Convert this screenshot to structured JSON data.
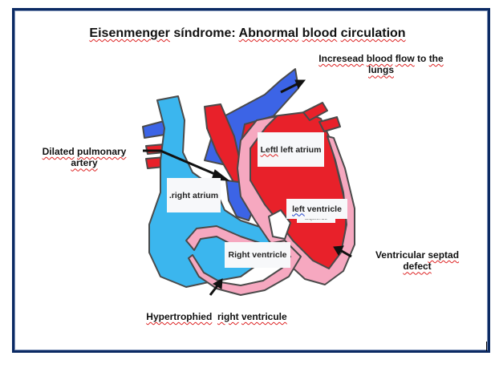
{
  "title": {
    "parts": [
      "Eisenmenger",
      " síndrome: ",
      "Abnormal",
      " ",
      "blood",
      " ",
      "circulation"
    ]
  },
  "annotations": {
    "lungs": {
      "line1": [
        "Incresead",
        " ",
        "blood",
        " ",
        "flow",
        " to ",
        "the"
      ],
      "line2": "lungs"
    },
    "pulmonary_artery": {
      "line1": [
        "Dilated",
        " ",
        "pulmonary"
      ],
      "line2": "artery"
    },
    "vsd": {
      "line1": [
        "Ventricular ",
        "septad"
      ],
      "line2": "defect"
    },
    "hypertrophied": [
      "Hypertrophied",
      "  ",
      "right",
      " ",
      "ventricule"
    ]
  },
  "chambers": {
    "left_atrium": {
      "misspelled": "Leftl",
      "rest": " left atrium"
    },
    "right_atrium": ".right atrium",
    "left_ventricle": {
      "underlined": "left",
      "rest": " ventricle",
      "sub": "izquierdo"
    },
    "right_ventricle": "Right ventricle"
  },
  "colors": {
    "frame": "#0b2a63",
    "deoxygenated_light": "#3bb6ee",
    "deoxygenated_dark": "#3c64e6",
    "oxygenated": "#e8212a",
    "myocardium": "#f6a8c0",
    "outline": "#4a4a4a"
  }
}
